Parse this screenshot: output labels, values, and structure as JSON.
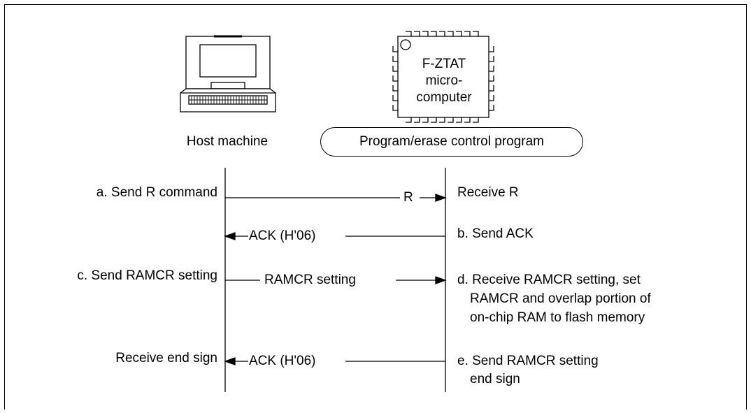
{
  "host_label": "Host machine",
  "chip": {
    "line1": "F-ZTAT",
    "line2": "micro-",
    "line3": "computer"
  },
  "program_label": "Program/erase control program",
  "steps": {
    "a": "a. Send R command",
    "r_msg": "R",
    "receive_r": "Receive R",
    "ack1": "ACK (H'06)",
    "b": "b. Send ACK",
    "c": "c. Send RAMCR setting",
    "ramcr_msg": "RAMCR setting",
    "d1": "d. Receive RAMCR setting, set",
    "d2": "RAMCR and overlap portion of",
    "d3": "on-chip RAM to flash memory",
    "receive_end": "Receive end sign",
    "ack2": "ACK (H'06)",
    "e1": "e. Send RAMCR setting",
    "e2": "end sign"
  }
}
